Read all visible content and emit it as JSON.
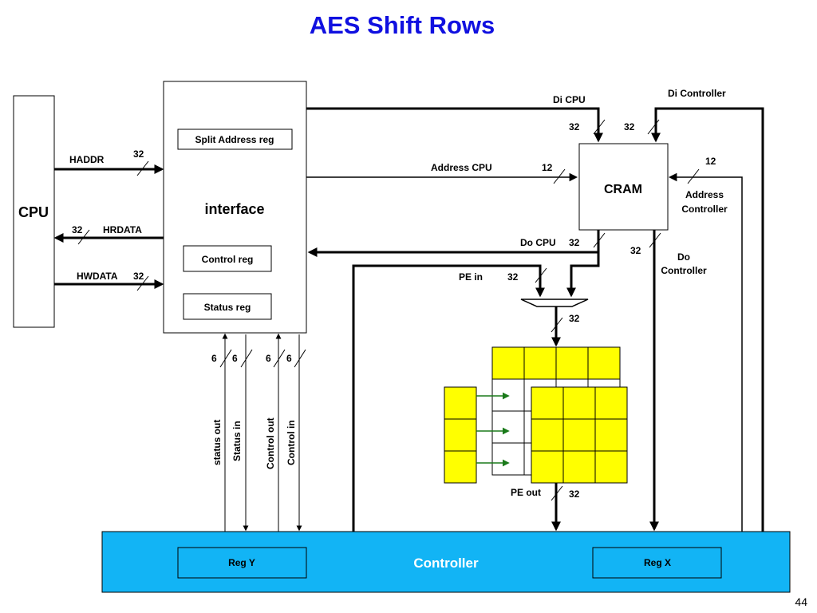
{
  "title": "AES Shift Rows",
  "page_number": "44",
  "colors": {
    "title": "#1010e0",
    "controller_fill": "#12b4f5",
    "cell_fill": "#ffff00",
    "shift_arrow": "#1a7a1a"
  },
  "blocks": {
    "cpu": "CPU",
    "interface": "interface",
    "split_address_reg": "Split Address reg",
    "control_reg": "Control reg",
    "status_reg": "Status reg",
    "cram": "CRAM",
    "controller": "Controller",
    "reg_y": "Reg Y",
    "reg_x": "Reg X"
  },
  "signals": {
    "haddr": "HADDR",
    "hrdata": "HRDATA",
    "hwdata": "HWDATA",
    "di_cpu": "Di CPU",
    "di_controller": "Di Controller",
    "address_cpu": "Address CPU",
    "address_controller_1": "Address",
    "address_controller_2": "Controller",
    "do_cpu": "Do CPU",
    "do_controller_1": "Do",
    "do_controller_2": "Controller",
    "pe_in": "PE in",
    "pe_out": "PE out",
    "status_out": "status out",
    "status_in": "Status in",
    "control_out": "Control out",
    "control_in": "Control in"
  },
  "widths": {
    "haddr": "32",
    "hrdata": "32",
    "hwdata": "32",
    "di_cpu": "32",
    "di_controller": "32",
    "address_cpu": "12",
    "address_controller": "12",
    "do_cpu": "32",
    "do_controller": "32",
    "pe_in": "32",
    "mux_out": "32",
    "pe_out": "32",
    "status_out": "6",
    "status_in": "6",
    "control_out": "6",
    "control_in": "6"
  }
}
